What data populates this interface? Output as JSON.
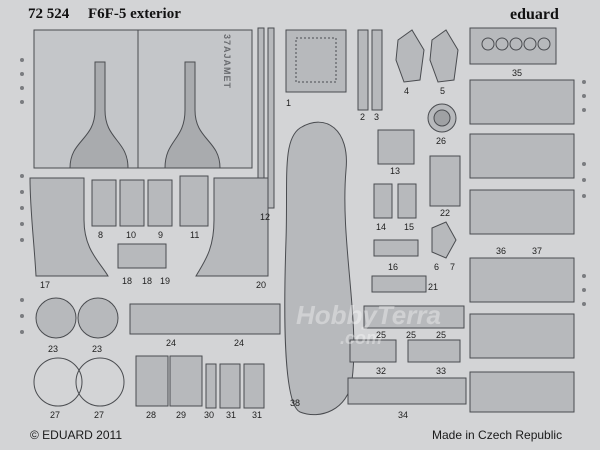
{
  "header": {
    "catalog_number": "72 524",
    "title": "F6F-5 exterior",
    "brand": "eduard"
  },
  "footer": {
    "copyright": "© EDUARD 2011",
    "origin": "Made in Czech Republic"
  },
  "watermark": {
    "line1": "HobbyTerra",
    "line2": ".com"
  },
  "etched_text": "37AJAMET",
  "part_numbers": {
    "p1": "1",
    "p2": "2",
    "p3": "3",
    "p4": "4",
    "p5": "5",
    "p6": "6",
    "p7": "7",
    "p8": "8",
    "p9": "9",
    "p10": "10",
    "p11": "11",
    "p12": "12",
    "p13": "13",
    "p14": "14",
    "p15": "15",
    "p16": "16",
    "p17": "17",
    "p18a": "18",
    "p18b": "18",
    "p19": "19",
    "p20": "20",
    "p21": "21",
    "p22": "22",
    "p23a": "23",
    "p23b": "23",
    "p24a": "24",
    "p24b": "24",
    "p25a": "25",
    "p25b": "25",
    "p25c": "25",
    "p26": "26",
    "p27a": "27",
    "p27b": "27",
    "p28": "28",
    "p29": "29",
    "p30": "30",
    "p31a": "31",
    "p31b": "31",
    "p32": "32",
    "p33": "33",
    "p34": "34",
    "p35": "35",
    "p36": "36",
    "p37": "37",
    "p38": "38"
  },
  "colors": {
    "fret": "#d3d4d6",
    "part": "#b7b9bc",
    "outline": "#4a4c50",
    "dark": "#2e3033"
  }
}
